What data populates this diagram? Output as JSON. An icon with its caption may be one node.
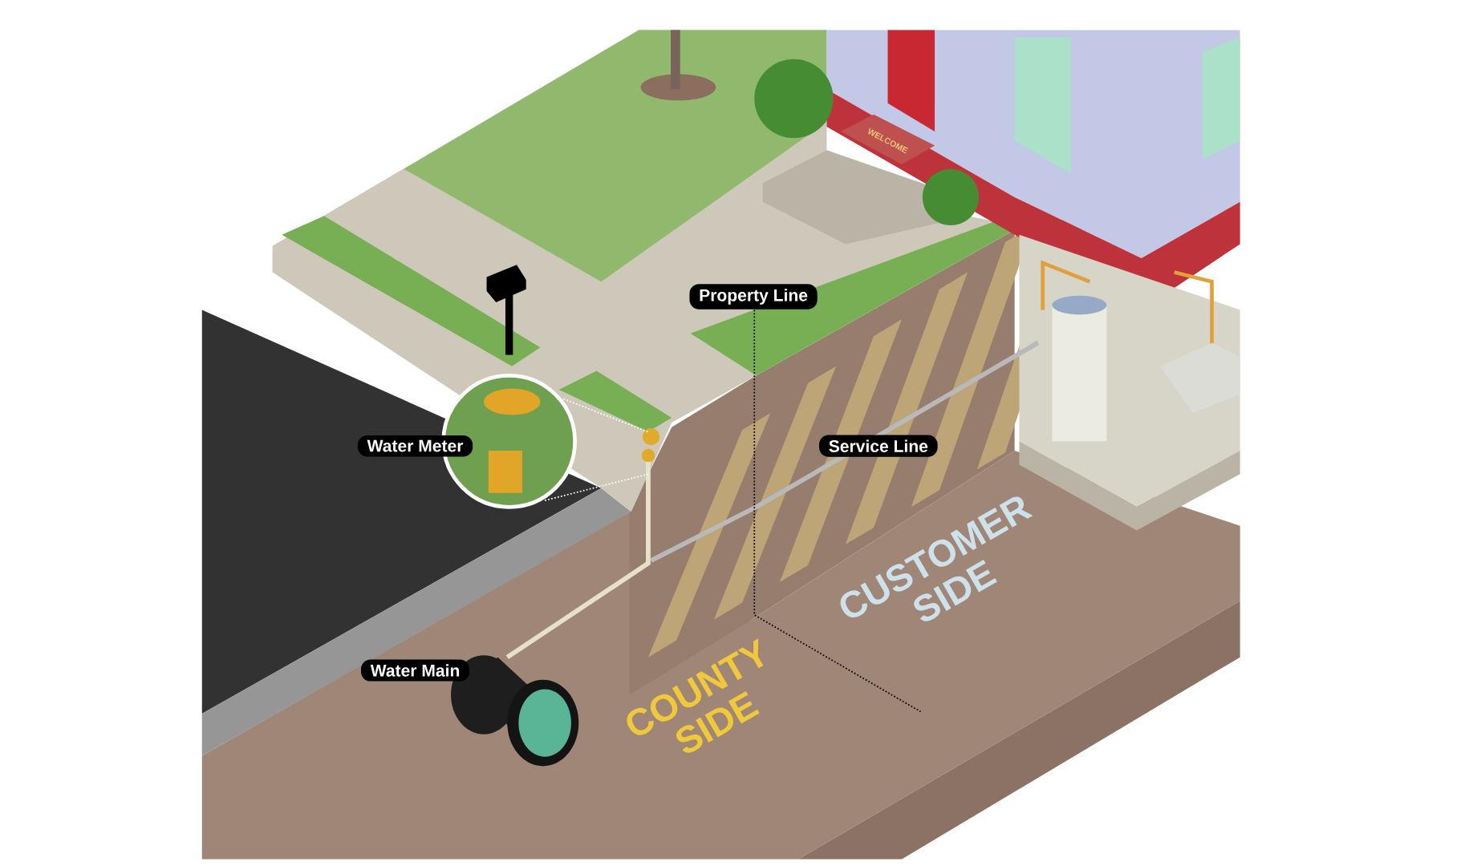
{
  "diagram": {
    "nodes": [
      {
        "text": [
          "Property Line"
        ]
      },
      {
        "text": [
          "Water Meter"
        ]
      },
      {
        "text": [
          "Service Line"
        ]
      },
      {
        "text": [
          "Water Main"
        ]
      }
    ],
    "labels": [
      "WELCOME",
      "COUNTY SIDE",
      "CUSTOMER SIDE"
    ]
  }
}
